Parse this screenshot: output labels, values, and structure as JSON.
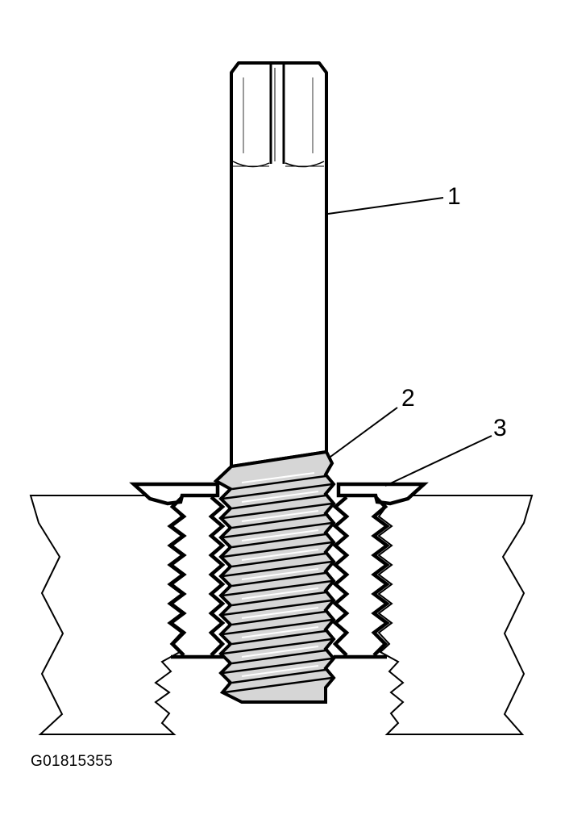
{
  "figure": {
    "id_label": "G01815355"
  },
  "callouts": {
    "c1": {
      "number": "1"
    },
    "c2": {
      "number": "2"
    },
    "c3": {
      "number": "3"
    }
  },
  "colors": {
    "ink": "#000000",
    "paper": "#ffffff",
    "thread_shade": "#d6d6d6"
  }
}
